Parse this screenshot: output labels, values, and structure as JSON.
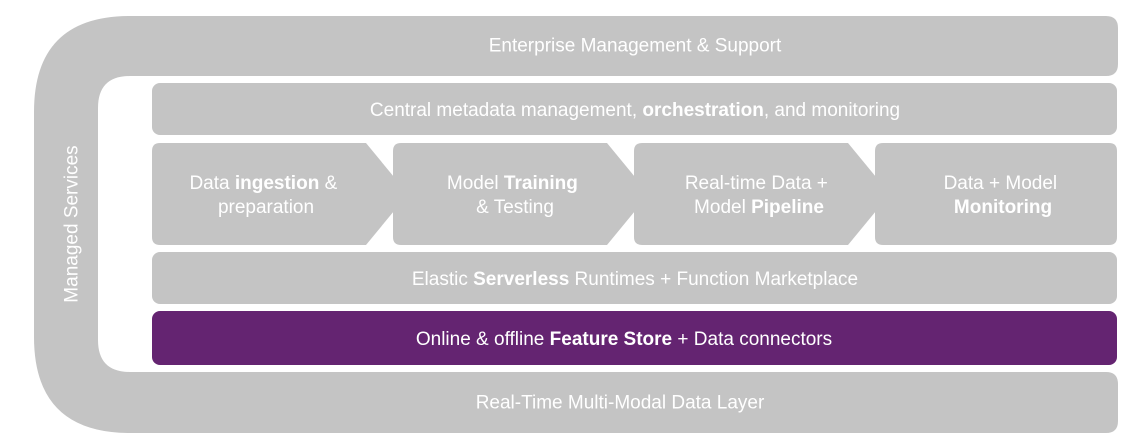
{
  "colors": {
    "panel": "#c4c4c4",
    "highlight": "#642471",
    "text": "#ffffff",
    "background": "#ffffff"
  },
  "side_label": "Managed Services",
  "layers": {
    "enterprise": {
      "text": "Enterprise Management & Support"
    },
    "metadata": {
      "pre": "Central metadata management, ",
      "bold": "orchestration",
      "post": ", and monitoring"
    },
    "stages": [
      {
        "line1_pre": "Data ",
        "line1_bold": "ingestion",
        "line1_post": " &",
        "line2_pre": "preparation",
        "line2_bold": ""
      },
      {
        "line1_pre": "Model ",
        "line1_bold": "Training",
        "line1_post": "",
        "line2_pre": "& Testing",
        "line2_bold": ""
      },
      {
        "line1_pre": "Real-time Data +",
        "line1_bold": "",
        "line1_post": "",
        "line2_pre": "Model ",
        "line2_bold": "Pipeline"
      },
      {
        "line1_pre": "Data + Model",
        "line1_bold": "",
        "line1_post": "",
        "line2_pre": "",
        "line2_bold": "Monitoring"
      }
    ],
    "serverless": {
      "pre": "Elastic ",
      "bold": "Serverless",
      "post": " Runtimes + Function Marketplace"
    },
    "feature_store": {
      "pre": "Online & offline ",
      "bold": "Feature Store",
      "post": " + Data connectors"
    },
    "data_layer": {
      "text": "Real-Time Multi-Modal Data Layer"
    }
  }
}
